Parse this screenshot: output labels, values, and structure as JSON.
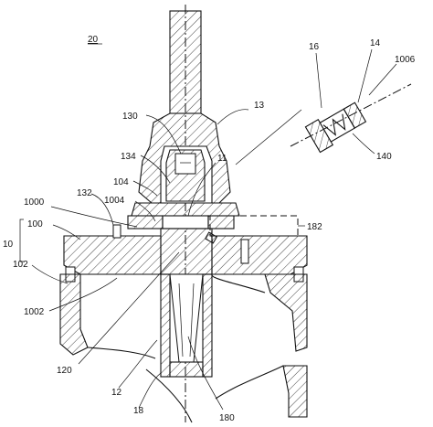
{
  "figure": {
    "number": "20",
    "labels": {
      "l16": "16",
      "l14": "14",
      "l1006": "1006",
      "l13": "13",
      "l130": "130",
      "l134": "134",
      "l104": "104",
      "l11": "11",
      "l132": "132",
      "l1000": "1000",
      "l1004": "1004",
      "l100": "100",
      "l10": "10",
      "l102": "102",
      "l182": "182",
      "l140": "140",
      "l1002": "1002",
      "l120": "120",
      "l12": "12",
      "l18": "18",
      "l180": "180"
    }
  }
}
